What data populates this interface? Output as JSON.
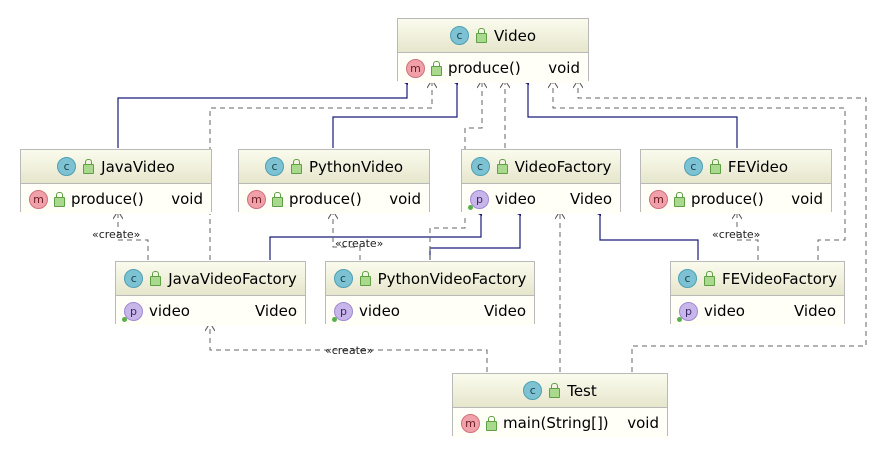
{
  "classes": {
    "video": {
      "name": "Video",
      "methods": [
        {
          "name": "produce()",
          "type": "void"
        }
      ]
    },
    "java_video": {
      "name": "JavaVideo",
      "methods": [
        {
          "name": "produce()",
          "type": "void"
        }
      ]
    },
    "python_video": {
      "name": "PythonVideo",
      "methods": [
        {
          "name": "produce()",
          "type": "void"
        }
      ]
    },
    "video_factory": {
      "name": "VideoFactory",
      "properties": [
        {
          "name": "video",
          "type": "Video"
        }
      ]
    },
    "fe_video": {
      "name": "FEVideo",
      "methods": [
        {
          "name": "produce()",
          "type": "void"
        }
      ]
    },
    "java_video_factory": {
      "name": "JavaVideoFactory",
      "properties": [
        {
          "name": "video",
          "type": "Video"
        }
      ]
    },
    "python_video_factory": {
      "name": "PythonVideoFactory",
      "properties": [
        {
          "name": "video",
          "type": "Video"
        }
      ]
    },
    "fe_video_factory": {
      "name": "FEVideoFactory",
      "properties": [
        {
          "name": "video",
          "type": "Video"
        }
      ]
    },
    "test": {
      "name": "Test",
      "methods": [
        {
          "name": "main(String[])",
          "type": "void"
        }
      ]
    }
  },
  "icons": {
    "class": "class-icon",
    "method": "method-icon",
    "property": "property-icon",
    "visibility": "public-lock-icon"
  },
  "colors": {
    "inheritance": "#1a1a7a",
    "dependency": "#666666",
    "header": "#e9e9d0"
  },
  "labels": {
    "create1": "«create»",
    "create2": "«create»",
    "create3": "«create»",
    "create4": "«create»"
  },
  "icon_letters": {
    "c": "c",
    "m": "m",
    "p": "p"
  }
}
